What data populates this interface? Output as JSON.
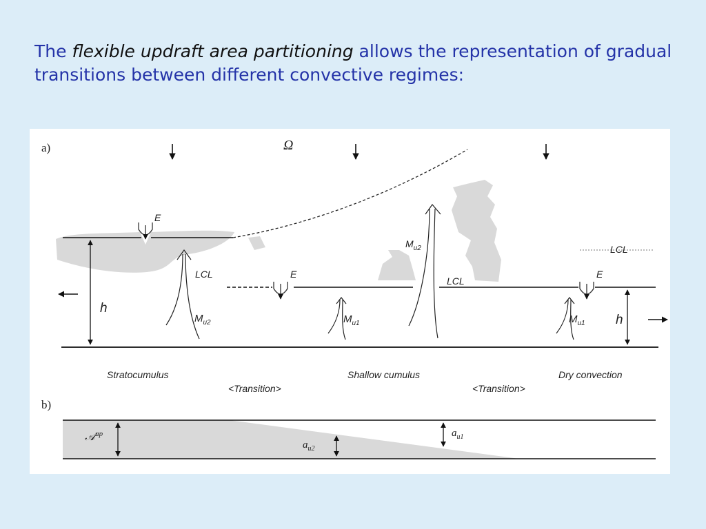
{
  "title": {
    "part1": "The ",
    "highlight": "flexible updraft area partitioning",
    "part2": " allows the representation of gradual transitions between different convective regimes:"
  },
  "figure": {
    "panel_a": {
      "tag": "a)",
      "omega": "Ω",
      "entrainment": "E",
      "lcl": "LCL",
      "h": "h",
      "mu2": {
        "base": "M",
        "sub": "u2"
      },
      "mu1": {
        "base": "M",
        "sub": "u1"
      },
      "regimes": [
        "Stratocumulus",
        "Shallow cumulus",
        "Dry convection"
      ],
      "transition": "<Transition>"
    },
    "panel_b": {
      "tag": "b)",
      "a_up": {
        "base": "𝒜",
        "sup": "up"
      },
      "a_u1": {
        "base": "a",
        "sub": "u1"
      },
      "a_u2": {
        "base": "a",
        "sub": "u2"
      }
    }
  },
  "colors": {
    "background": "#dcedf8",
    "title_text": "#2433a8",
    "cloud_fill": "#d9d9d9"
  }
}
